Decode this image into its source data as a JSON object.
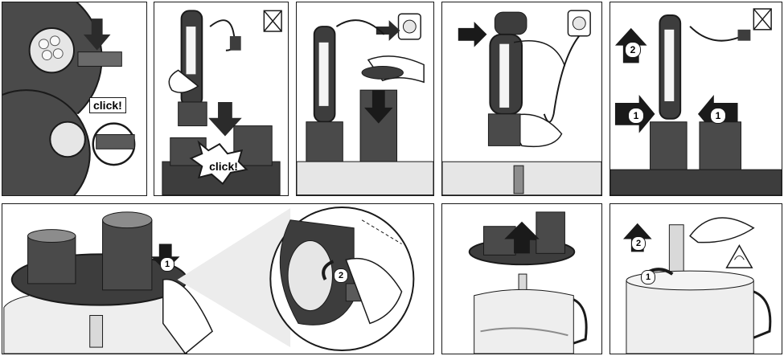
{
  "instructions": {
    "panels": [
      {
        "callout": "click!"
      },
      {
        "callout": "click!"
      },
      {},
      {},
      {
        "steps": [
          "1",
          "1",
          "2"
        ]
      },
      {
        "steps": [
          "1",
          "2"
        ]
      },
      {},
      {
        "steps": [
          "1",
          "2"
        ]
      }
    ]
  },
  "colors": {
    "outline": "#1a1a1a",
    "dark_plastic": "#3d3d3d",
    "mid_grey": "#8c8c8c",
    "light_grey": "#d9d9d9",
    "bowl": "#eeeeee",
    "chrome": "#f4f4f4"
  },
  "icons": [
    "arrow-down-icon",
    "arrow-up-icon",
    "arrow-right-icon",
    "arrow-left-icon",
    "plug-icon",
    "socket-icon",
    "no-plug-icon",
    "hand-icon",
    "blade-warning-icon"
  ]
}
